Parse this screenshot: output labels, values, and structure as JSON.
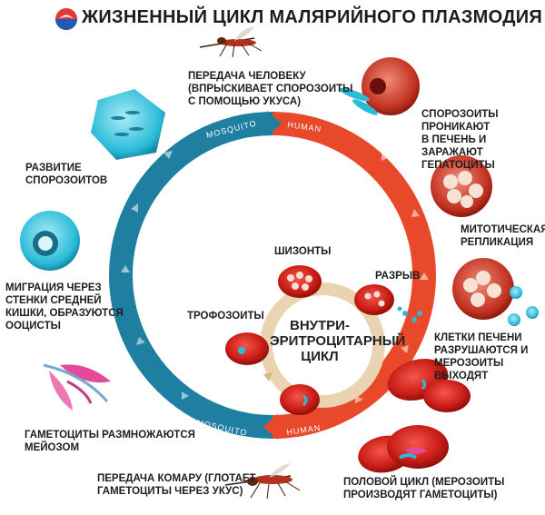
{
  "title": "ЖИЗНЕННЫЙ ЦИКЛ МАЛЯРИЙНОГО ПЛАЗМОДИЯ",
  "ring": {
    "mosquito_top": "MOSQUITO",
    "human_top": "HUMAN",
    "mosquito_bottom": "MOSQUITO",
    "human_bottom": "HUMAN"
  },
  "labels": {
    "transfer_human": "ПЕРЕДАЧА ЧЕЛОВЕКУ\n(ВПРЫСКИВАЕТ СПОРОЗОИТЫ\nС ПОМОЩЬЮ УКУСА)",
    "sporozoites_liver": "СПОРОЗОИТЫ ПРОНИКАЮТ\nВ ПЕЧЕНЬ И ЗАРАЖАЮТ\nГЕПАТОЦИТЫ",
    "mitotic": "МИТОТИЧЕСКАЯ\nРЕПЛИКАЦИЯ",
    "liver_cells": "КЛЕТКИ ПЕЧЕНИ\nРАЗРУШАЮТСЯ И\nМЕРОЗОИТЫ ВЫХОДЯТ",
    "sexual_cycle": "ПОЛОВОЙ ЦИКЛ (МЕРОЗОИТЫ\nПРОИЗВОДЯТ ГАМЕТОЦИТЫ)",
    "transfer_mosquito": "ПЕРЕДАЧА КОМАРУ (ГЛОТАЕТ\nГАМЕТОЦИТЫ ЧЕРЕЗ УКУС)",
    "gametocytes_meiosis": "ГАМЕТОЦИТЫ РАЗМНОЖАЮТСЯ\nМЕЙОЗОМ",
    "migration": "МИГРАЦИЯ ЧЕРЕЗ\nСТЕНКИ СРЕДНЕЙ\nКИШКИ, ОБРАЗУЮТСЯ\nООЦИСТЫ",
    "sporozoite_dev": "РАЗВИТИЕ\nСПОРОЗОИТОВ",
    "schizonts": "ШИЗОНТЫ",
    "rupture": "РАЗРЫВ",
    "trophozoites": "ТРОФОЗОИТЫ",
    "intraerythrocytic": "ВНУТРИ-\nЭРИТРОЦИТАРНЫЙ\nЦИКЛ"
  },
  "colors": {
    "mosquito_teal": "#1f7fa0",
    "human_red": "#e8492a",
    "inner_ring": "#e9d3b0",
    "cell_red": "#d0201a"
  }
}
